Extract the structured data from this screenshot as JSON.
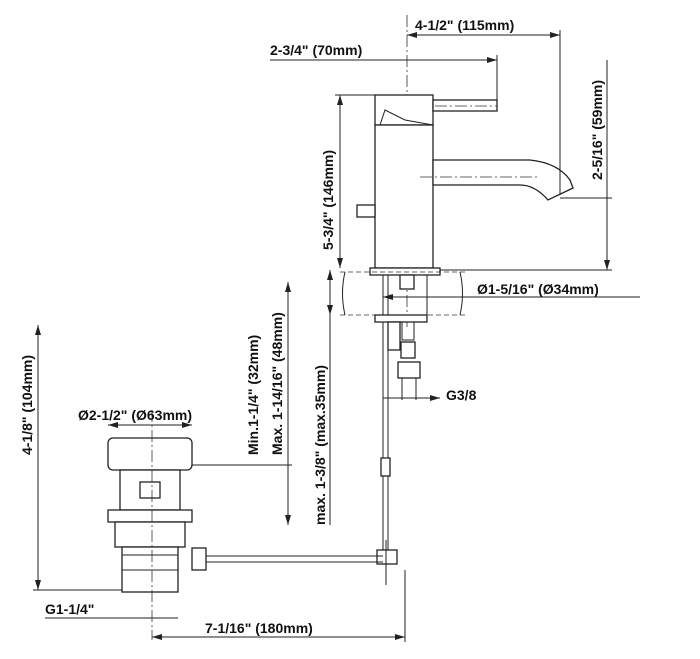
{
  "dimensions": {
    "spout_reach": "4-1/2\" (115mm)",
    "lever_reach": "2-3/4\" (70mm)",
    "spout_height": "2-5/16\" (59mm)",
    "body_height": "5-3/4\" (146mm)",
    "body_diameter": "Ø1-5/16\" (Ø34mm)",
    "connection_thread": "G3/8",
    "counter_min": "Min.1-1/4\" (32mm)",
    "counter_max": "Max. 1-14/16\" (48mm)",
    "counter_max_thickness": "max. 1-3/8\" (max.35mm)",
    "drain_height": "4-1/8\" (104mm)",
    "drain_diameter": "Ø2-1/2\" (Ø63mm)",
    "drain_thread": "G1-1/4\"",
    "rod_length": "7-1/16\" (180mm)"
  }
}
